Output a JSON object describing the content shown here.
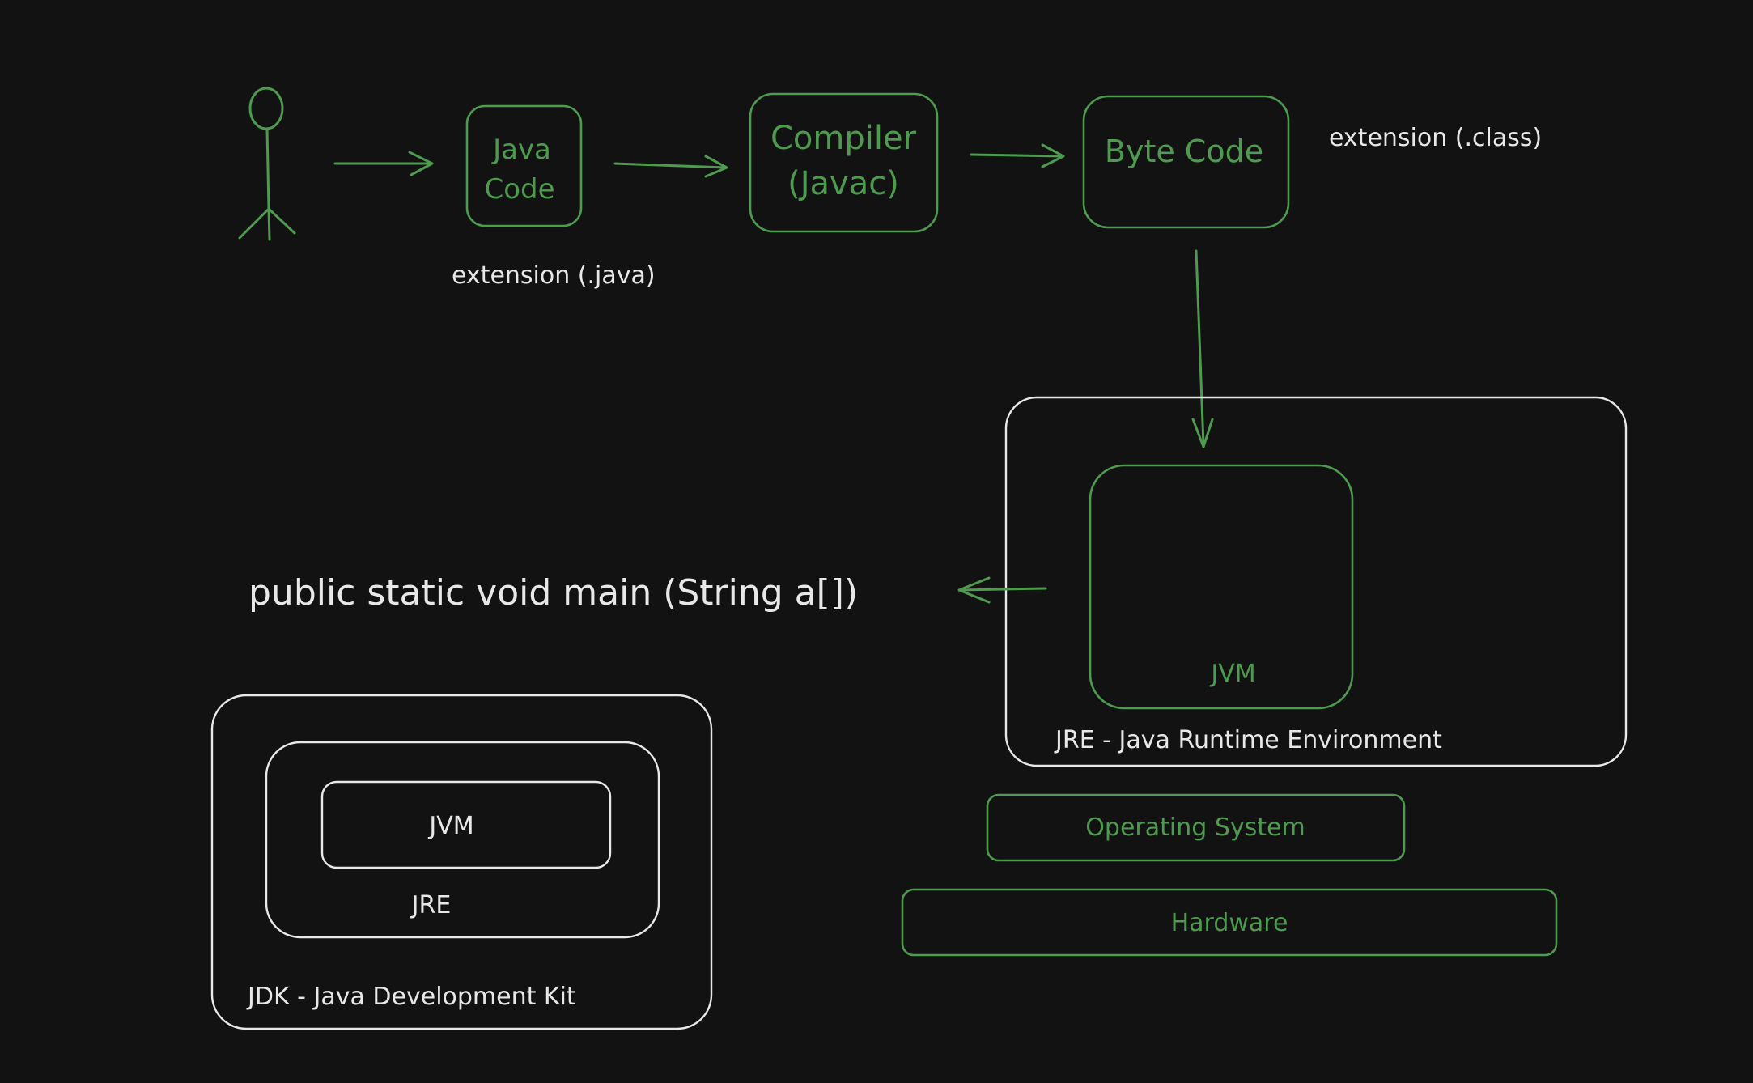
{
  "colors": {
    "background": "#121212",
    "green": "#4e9a4f",
    "white": "#e8e8e8"
  },
  "flow": {
    "user_icon": "stick-figure-icon",
    "java_code": [
      "Java",
      "Code"
    ],
    "java_ext": "extension (.java)",
    "compiler": [
      "Compiler",
      "(Javac)"
    ],
    "byte_code": "Byte Code",
    "class_ext": "extension (.class)"
  },
  "main_signature": "public static void main (String a[])",
  "jre_panel": {
    "jvm_label": "JVM",
    "title": "JRE - Java Runtime Environment"
  },
  "os_label": "Operating System",
  "hardware_label": "Hardware",
  "jdk_panel": {
    "jvm_label": "JVM",
    "jre_label": "JRE",
    "title": "JDK - Java Development Kit"
  }
}
